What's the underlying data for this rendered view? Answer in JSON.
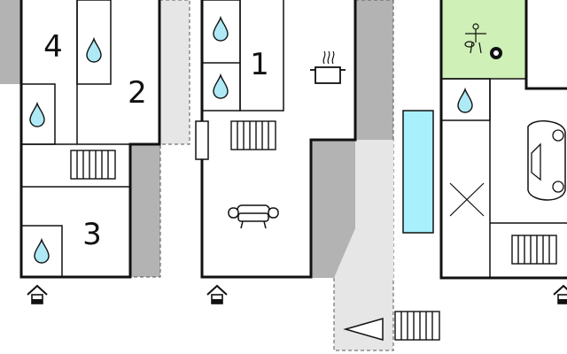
{
  "floorplan": {
    "rooms": [
      {
        "id": "bedroom-4",
        "label": "4"
      },
      {
        "id": "bedroom-2",
        "label": "2"
      },
      {
        "id": "bedroom-3",
        "label": "3"
      },
      {
        "id": "bedroom-1",
        "label": "1"
      }
    ],
    "icons": [
      "water-drop-icon",
      "stairs-icon",
      "entrance-icon",
      "kitchen-pot-icon",
      "sofa-icon",
      "table-football-icon",
      "billiard-ball-icon",
      "car-icon",
      "cross-icon"
    ],
    "colors": {
      "wall": "#111111",
      "water_drop": "#aee9f5",
      "pool": "#a8f0fb",
      "game_room": "#cff0b6",
      "outdoor_gray": "#b3b3b3",
      "terrace_light": "#e6e6e6"
    }
  }
}
